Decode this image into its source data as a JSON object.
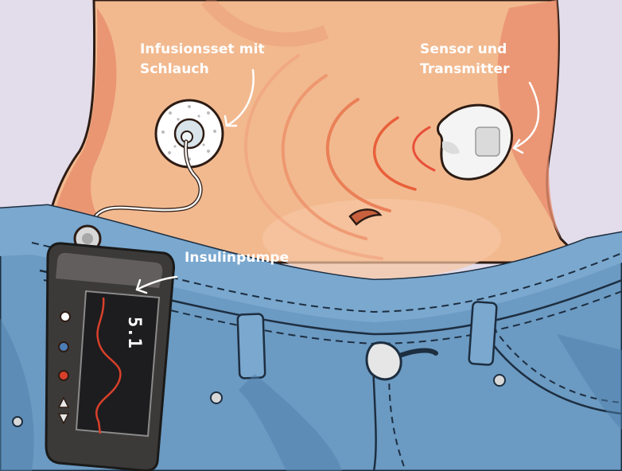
{
  "labels": {
    "infusion_set": {
      "line1": "Infusionsset mit",
      "line2": "Schlauch"
    },
    "sensor": {
      "line1": "Sensor und",
      "line2": "Transmitter"
    },
    "pump": {
      "line1": "Insulinpumpe"
    }
  },
  "pump_display": {
    "reading": "5.1"
  },
  "colors": {
    "background": "#e3dcea",
    "skin": "#f2b98f",
    "skin_shadow": "#e88f6d",
    "denim": "#6b9ac2",
    "denim_dark": "#3d6a94",
    "signal_wave": "#e8603a",
    "pump_body": "#3c3a38",
    "curve": "#d8402a"
  },
  "icons": [
    "infusion-patch-icon",
    "sensor-transmitter-icon",
    "insulin-pump-icon",
    "signal-waves-icon",
    "arrow-icon"
  ]
}
